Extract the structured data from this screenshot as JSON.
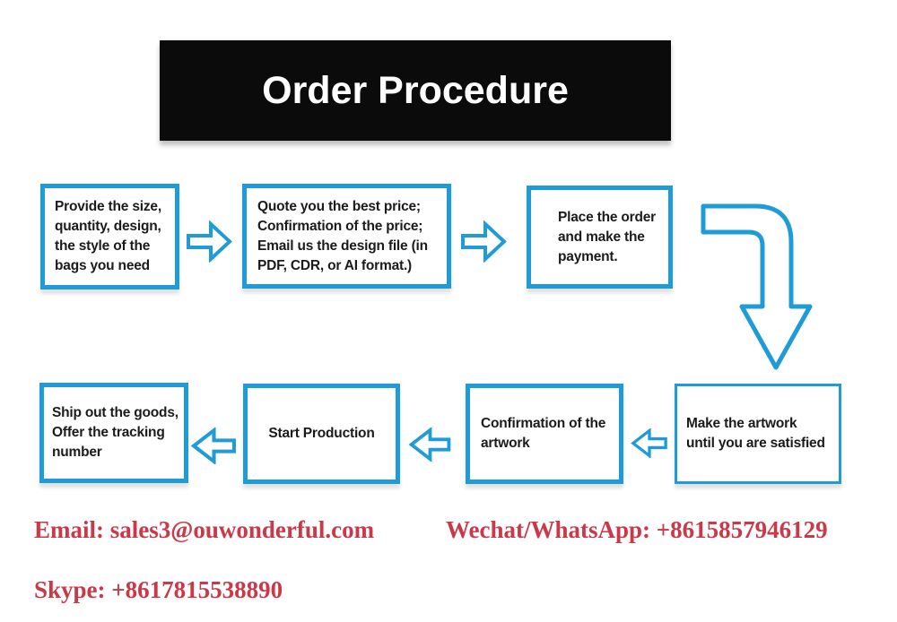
{
  "banner": {
    "title": "Order Procedure"
  },
  "steps": {
    "provide": "Provide the size,\nquantity, design,\nthe style of the\nbags you need",
    "quote": "Quote you the best price;\nConfirmation of the price;\nEmail us the design file (in\nPDF, CDR, or AI format.)",
    "order": "Place the order\nand make the\npayment.",
    "artwork": "Make the artwork\nuntil you are satisfied",
    "confirm": "Confirmation of the\nartwork",
    "production": "Start Production",
    "ship": "Ship out the goods,\nOffer the tracking\nnumber"
  },
  "contacts": {
    "email": "Email: sales3@ouwonderful.com",
    "wechat": "Wechat/WhatsApp: +8615857946129",
    "skype": "Skype: +8617815538890"
  },
  "colors": {
    "accent_blue": "#1f9cd8",
    "banner_background": "#0b0b0b",
    "banner_text": "#ffffff",
    "contact_red": "#cb3847",
    "box_text": "#1b1b1b"
  }
}
